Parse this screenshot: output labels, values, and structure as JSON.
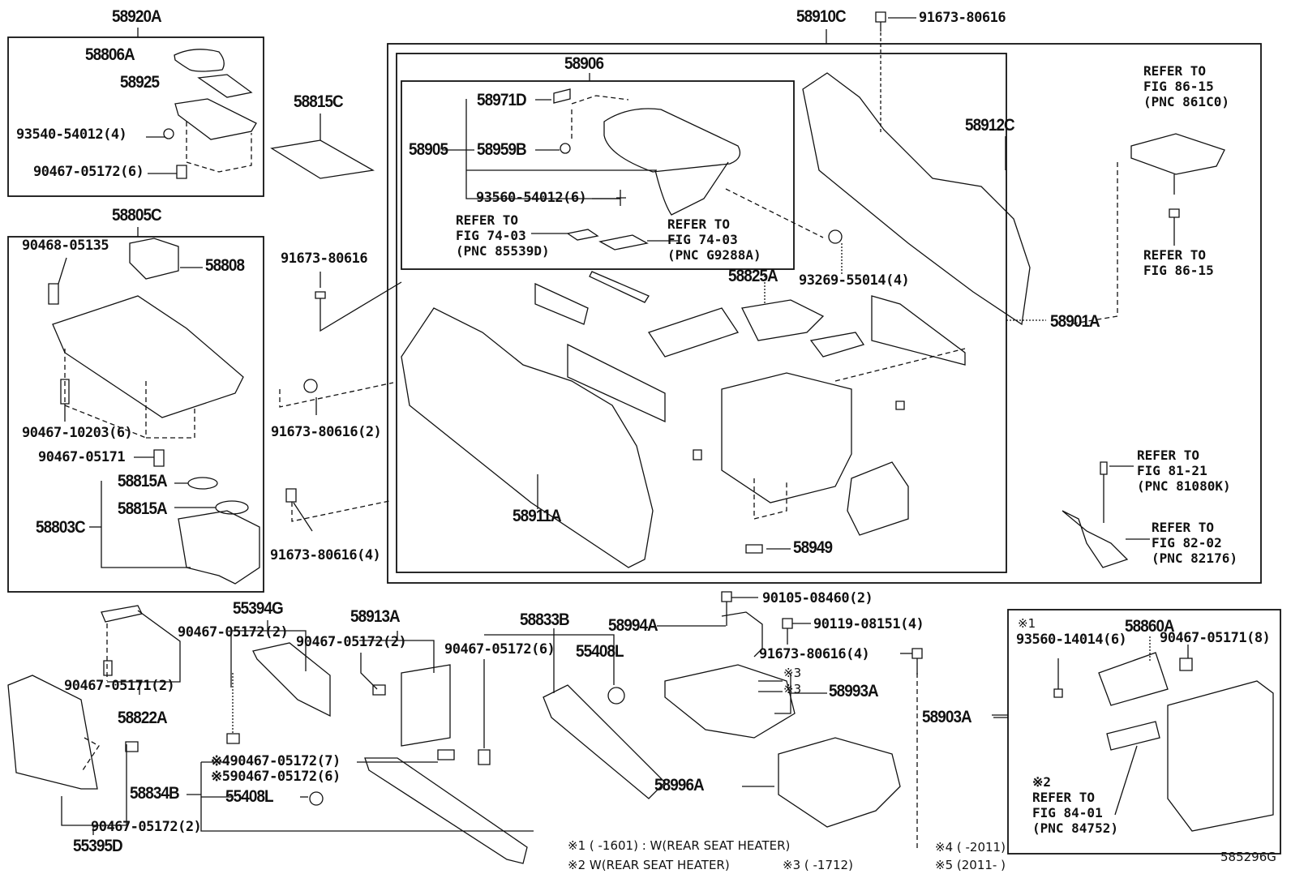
{
  "figure": {
    "id": "585296G",
    "notes": [
      "※1 (      -1601) : W(REAR SEAT HEATER)",
      "※2  W(REAR SEAT HEATER)",
      "※3 (      -1712)",
      "※4 (      -2011)",
      "※5 (2011-      )"
    ]
  },
  "groups": {
    "g58920A": {
      "title": "58920A",
      "parts": [
        "58806A",
        "58925",
        "93540-54012(4)",
        "90467-05172(6)"
      ]
    },
    "g58815C": {
      "title": "58815C"
    },
    "g58805C": {
      "title": "58805C",
      "parts": [
        "90468-05135",
        "58808",
        "90467-10203(6)",
        "90467-05171",
        "58815A",
        "58815A",
        "58803C"
      ]
    },
    "g58910C": {
      "title": "58910C",
      "bolt": "91673-80616",
      "g58906": {
        "title": "58906",
        "parts": [
          "58971D",
          "58905",
          "58959B",
          "93560-54012(6)"
        ],
        "ref_left": "REFER TO\nFIG 74-03\n(PNC 85539D)",
        "ref_right": "REFER TO\nFIG 74-03\n(PNC G9288A)"
      },
      "parts": [
        "58912C",
        "58825A",
        "93269-55014(4)",
        "58901A",
        "58911A",
        "58949"
      ],
      "ref_top_right": "REFER TO\nFIG 86-15\n(PNC 861C0)",
      "ref_mid_right": "REFER TO\nFIG 86-15",
      "ref_wire1": "REFER TO\nFIG 81-21\n(PNC 81080K)",
      "ref_wire2": "REFER TO\nFIG 82-02\n(PNC 82176)"
    },
    "outside_bolts": [
      "91673-80616",
      "91673-80616(2)",
      "91673-80616(4)"
    ],
    "bottom": {
      "p58822A": "58822A",
      "p90467_05171_2": "90467-05171(2)",
      "p55395D": "55395D",
      "p90467_05172_2a": "90467-05172(2)",
      "p55394G": "55394G",
      "p90467_05172_2b": "90467-05172(2)",
      "p58913A": "58913A",
      "p90467_05172_2c": "90467-05172(2)",
      "p58834B": "58834B",
      "p_note4": "※490467-05172(7)",
      "p_note5": "※590467-05172(6)",
      "p55408L_a": "55408L",
      "p58833B": "58833B",
      "p90467_05172_6": "90467-05172(6)",
      "p55408L_b": "55408L",
      "p58994A": "58994A",
      "p90105": "90105-08460(2)",
      "p90119": "90119-08151(4)",
      "p91673_4": "91673-80616(4)",
      "p58993A": "58993A",
      "p_x3a": "※3",
      "p_x3b": "※3",
      "p58996A": "58996A",
      "p58903A": "58903A"
    },
    "g58860A": {
      "title": "58860A",
      "x1": "※1",
      "screw": "93560-14014(6)",
      "clip": "90467-05171(8)",
      "ref": "※2\nREFER TO\nFIG 84-01\n(PNC 84752)"
    }
  }
}
